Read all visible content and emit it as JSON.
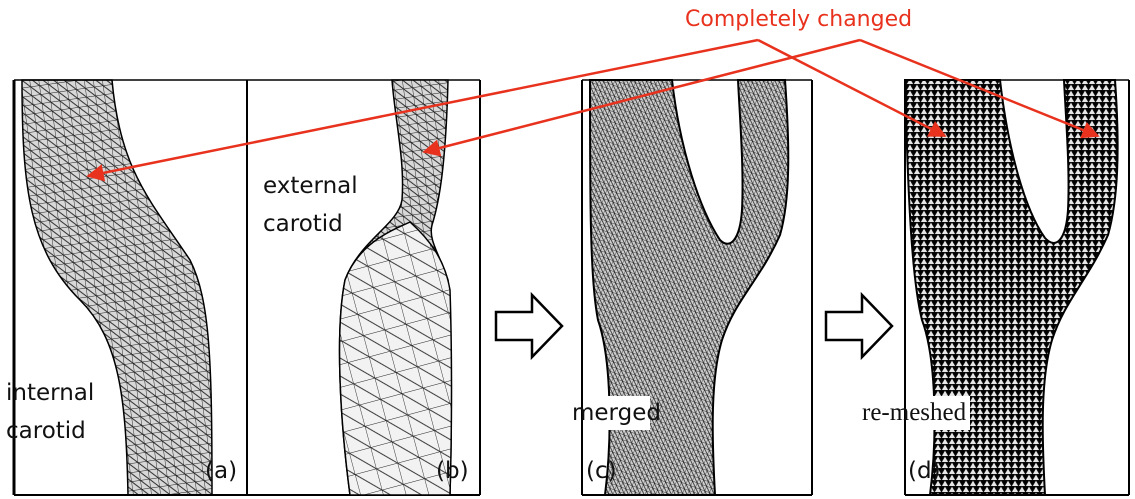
{
  "annotation": {
    "title": "Completely changed",
    "color": "#e8321e"
  },
  "panels": [
    {
      "id": "a",
      "tag": "(a)",
      "label_lines": [
        "internal",
        "carotid"
      ]
    },
    {
      "id": "b",
      "tag": "(b)",
      "label_lines": [
        "external",
        "carotid"
      ]
    },
    {
      "id": "c",
      "tag": "(c)",
      "label_lines": [
        "merged"
      ]
    },
    {
      "id": "d",
      "tag": "(d)",
      "label_lines": [
        "re-meshed"
      ]
    }
  ],
  "icons": {
    "process_arrow": "hollow-right-arrow-icon"
  }
}
